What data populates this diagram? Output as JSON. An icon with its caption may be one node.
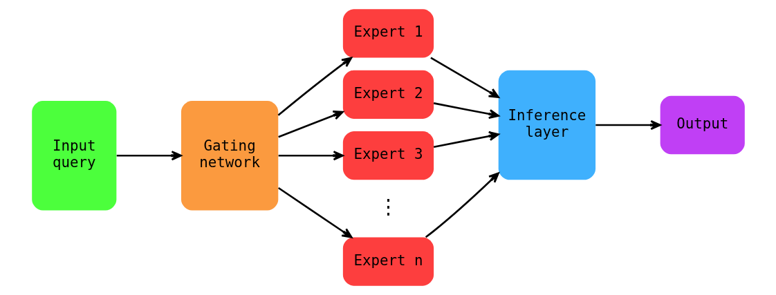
{
  "diagram": {
    "nodes": [
      {
        "text": [
          "Input query"
        ]
      },
      {
        "text": [
          "Gating network"
        ]
      },
      {
        "text": [
          "Expert 1"
        ]
      },
      {
        "text": [
          "Expert 2"
        ]
      },
      {
        "text": [
          "Expert 3"
        ]
      },
      {
        "text": [
          "Expert n"
        ]
      },
      {
        "text": [
          "Inference layer"
        ]
      },
      {
        "text": [
          "Output"
        ]
      }
    ],
    "edges": [
      {
        "from": 0,
        "to": 1,
        "arrow": "to"
      },
      {
        "from": 1,
        "to": 2,
        "arrow": "to"
      },
      {
        "from": 1,
        "to": 3,
        "arrow": "to"
      },
      {
        "from": 1,
        "to": 4,
        "arrow": "to"
      },
      {
        "from": 1,
        "to": 5,
        "arrow": "to"
      },
      {
        "from": 2,
        "to": 6,
        "arrow": "to"
      },
      {
        "from": 3,
        "to": 6,
        "arrow": "to"
      },
      {
        "from": 4,
        "to": 6,
        "arrow": "to"
      },
      {
        "from": 5,
        "to": 6,
        "arrow": "to"
      },
      {
        "from": 6,
        "to": 7,
        "arrow": "to"
      }
    ],
    "labels": [
      "⋮"
    ]
  }
}
